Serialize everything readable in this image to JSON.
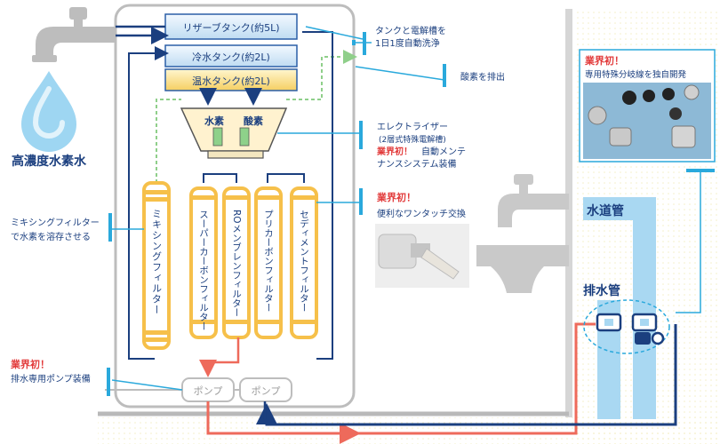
{
  "left": {
    "water_label": "高濃度水素水"
  },
  "tanks": {
    "reserve": "リザーブタンク(約5L)",
    "cold": "冷水タンク(約2L)",
    "hot": "温水タンク(約2L)"
  },
  "electrolyzer": {
    "hydrogen": "水素",
    "oxygen": "酸素"
  },
  "filters": {
    "mixing": "ミキシングフィルター",
    "super_carbon": "スーパーカーボンフィルター",
    "ro": "ROメンブレンフィルター",
    "pre_carbon": "プリカーボンフィルター",
    "sediment": "セディメントフィルター"
  },
  "pumps": [
    "ポンプ",
    "ポンプ"
  ],
  "callouts": {
    "tank_clean": [
      "タンクと電解槽を",
      "1日1度自動洗浄"
    ],
    "oxygen_exhaust": "酸素を排出",
    "electrolyzer_lines": [
      "エレクトライザー",
      "(2層式特殊電解槽)"
    ],
    "industry_first": "業界初！",
    "maintenance": "自動メンテ",
    "maintenance_2": "ナンスシステム装備",
    "one_touch": "便利なワンタッチ交換",
    "mixing_filter": [
      "ミキシングフィルター",
      "で水素を溶存させる"
    ],
    "drain_pump": "排水専用ポンプ装備",
    "branch_valve": "専用特殊分岐線を独自開発"
  },
  "right": {
    "tap_water_pipe": "水道管",
    "drain_pipe": "排水管"
  },
  "colors": {
    "navy": "#1b3f7f",
    "cyan": "#2aa9dc",
    "filter_yellow": "#f6c04a",
    "red_pipe": "#ee6a5b",
    "green_dash": "#8fcf8a",
    "pipe_blue": "#a9d8f2"
  }
}
